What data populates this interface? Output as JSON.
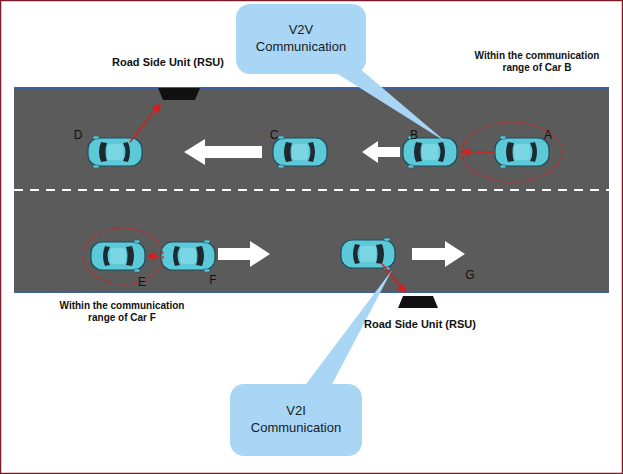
{
  "diagram": {
    "nodes": [
      {
        "text": [
          "V2V Communication"
        ]
      },
      {
        "text": [
          "V2I Communication"
        ]
      }
    ],
    "labels": [
      "Road Side Unit (RSU)",
      "Within the communication range of Car B",
      "D",
      "C",
      "B",
      "A",
      "E",
      "F",
      "Within the communication range of Car F",
      "G",
      "Road Side Unit (RSU)"
    ]
  }
}
